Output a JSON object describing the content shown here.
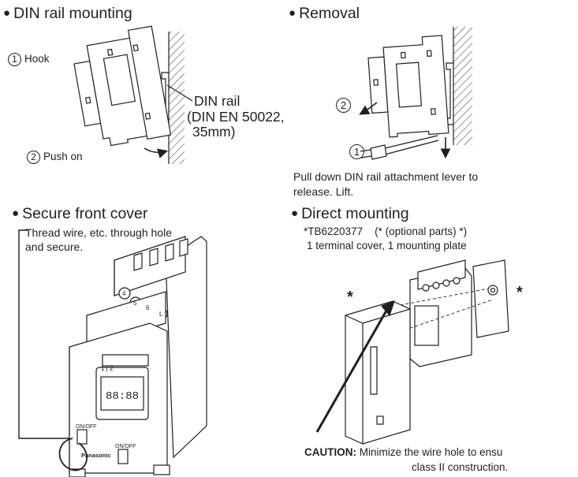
{
  "sections": {
    "mount": {
      "title": "DIN rail mounting",
      "step1_num": "1",
      "step1_label": "Hook",
      "step2_num": "2",
      "step2_label": "Push on",
      "rail_label": "DIN rail",
      "rail_spec1": "(DIN EN 50022,",
      "rail_spec2": "35mm)"
    },
    "removal": {
      "title": "Removal",
      "num1": "1",
      "num2": "2",
      "text1": "Pull down DIN rail attachment lever to",
      "text2": "release. Lift."
    },
    "cover": {
      "title": "Secure front cover",
      "text1": "Thread wire, etc. through hole",
      "text2": "and secure."
    },
    "direct": {
      "title": "Direct mounting",
      "part": "*TB6220377    (* (optional parts) *)",
      "contents": "1 terminal cover, 1 mounting plate",
      "asterisk_left": "*",
      "asterisk_right": "*"
    }
  },
  "device": {
    "brand": "Panasonic",
    "display": "88:88",
    "terminals": [
      "4",
      "5",
      "6",
      "L"
    ],
    "btn_left": "ON/OFF",
    "btn_right": "ON/OFF",
    "channels": "1 | 2"
  },
  "caution": {
    "label": "CAUTION:",
    "line1": "Minimize the wire hole to ensu",
    "line2": "class II construction."
  }
}
